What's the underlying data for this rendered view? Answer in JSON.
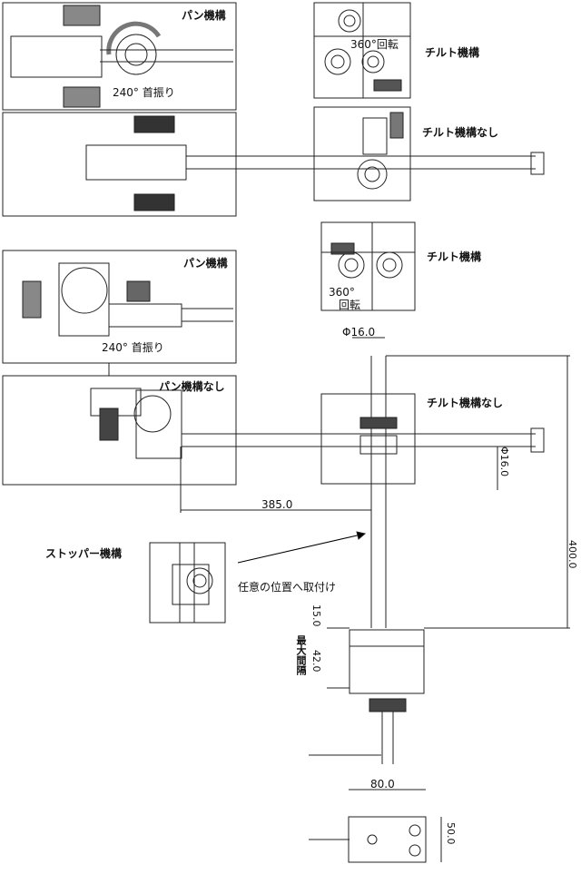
{
  "labels": {
    "pan_mechanism": "パン機構",
    "no_pan_mechanism": "パン機構なし",
    "tilt_mechanism": "チルト機構",
    "no_tilt_mechanism": "チルト機構なし",
    "stopper_mechanism": "ストッパー機構",
    "swing_240": "240° 首振り",
    "rotation_360": "360°回転",
    "rotation_360_a": "360°",
    "rotation_360_b": "回転",
    "arbitrary_position": "任意の位置へ取付け",
    "max_gap": "最大間隔"
  },
  "dimensions": {
    "rod_diameter_top": "Φ16.0",
    "rod_diameter_side": "Φ16.0",
    "arm_length": "385.0",
    "height": "400.0",
    "offset": "15.0",
    "clamp_gap": "42.0",
    "base_width": "80.0",
    "base_depth": "50.0"
  }
}
